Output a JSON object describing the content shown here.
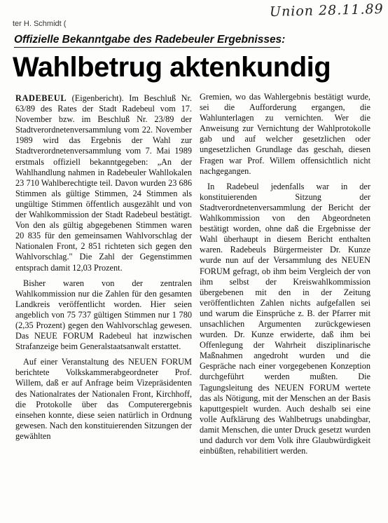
{
  "header": {
    "strip_text": "ter H. Schmidt (",
    "handwritten_date": "Union 28.11.89"
  },
  "article": {
    "kicker": "Offizielle Bekanntgabe des Radebeuler Ergebnisses:",
    "headline": "Wahlbetrug aktenkundig",
    "dateline": "RADEBEUL",
    "left_column": [
      "(Eigenbericht). Im Beschluß Nr. 63/89 des Rates der Stadt Radebeul vom 17. November bzw. im Beschluß Nr. 23/89 der Stadtverordnetenversammlung vom 22. November 1989 wird das Ergebnis der Wahl zur Stadtverordnetenversammlung vom 7. Mai 1989 erstmals offiziell bekanntgegeben: „An der Wahlhandlung nahmen in Radebeuler Wahllokalen 23 710 Wahlberechtigte teil. Davon wurden 23 686 Stimmen als gültige Stimmen, 24 Stimmen als ungültige Stimmen öffentlich ausgezählt und von der Wahlkommission der Stadt Radebeul bestätigt. Von den als gültig abgegebenen Stimmen waren 20 835 für den gemeinsamen Wahlvorschlag der Nationalen Front, 2 851 richteten sich gegen den Wahlvorschlag.\" Die Zahl der Gegenstimmen entsprach damit 12,03 Prozent.",
      "Bisher waren von der zentralen Wahlkommission nur die Zahlen für den gesamten Landkreis veröffentlicht worden. Hier seien angeblich von 75 737 gültigen Stimmen nur 1 780 (2,35 Prozent) gegen den Wahlvorschlag gewesen. Das NEUE FORUM Radebeul hat inzwischen Strafanzeige beim Generalstaatsanwalt erstattet.",
      "Auf einer Veranstaltung des NEUEN FORUM berichtete Volkskammerabgeordneter Prof. Willem, daß er auf Anfrage beim Vizepräsidenten des Nationalrates der Nationalen Front, Kirchhoff, die Protokolle über das Computerergebnis einsehen konnte, diese seien natürlich in Ordnung gewesen. Nach den konstituierenden Sitzungen der gewählten"
    ],
    "right_column": [
      "Gremien, wo das Wahlergebnis bestätigt wurde, sei die Aufforderung ergangen, die Wahlunterlagen zu vernichten. Wer die Anweisung zur Vernichtung der Wahlprotokolle gab und auf welcher gesetzlichen oder ungesetzlichen Grundlage das geschah, diesen Fragen war Prof. Willem offensichtlich nicht nachgegangen.",
      "In Radebeul jedenfalls war in der konstituierenden Sitzung der Stadtverordnetenversammlung der Bericht der Wahlkommission von den Abgeordneten bestätigt worden, ohne daß die Ergebnisse der Wahl überhaupt in diesem Bericht enthalten waren. Radebeuls Bürgermeister Dr. Kunze wurde nun auf der Versammlung des NEUEN FORUM gefragt, ob ihm beim Vergleich der von ihm selbst der Kreiswahlkommission übergebenen mit den in der Zeitung veröffentlichten Zahlen nichts aufgefallen sei und warum die Einsprüche z. B. der Pfarrer mit unsachlichen Argumenten zurückgewiesen wurden. Dr. Kunze erwiderte, daß ihm bei Offenlegung der Wahrheit disziplinarische Maßnahmen angedroht wurden und die Gespräche nach einer vorgegebenen Konzeption durchgeführt werden mußten. Die Tagungsleitung des NEUEN FORUM wertete das als Nötigung, mit der Menschen an der Basis kaputtgespielt wurden. Auch deshalb sei eine volle Aufklärung des Wahlbetrugs unabdingbar, damit Menschen, die unter Druck gesetzt wurden und dadurch vor dem Volk ihre Glaubwürdigkeit einbüßten, rehabilitiert werden."
    ]
  }
}
